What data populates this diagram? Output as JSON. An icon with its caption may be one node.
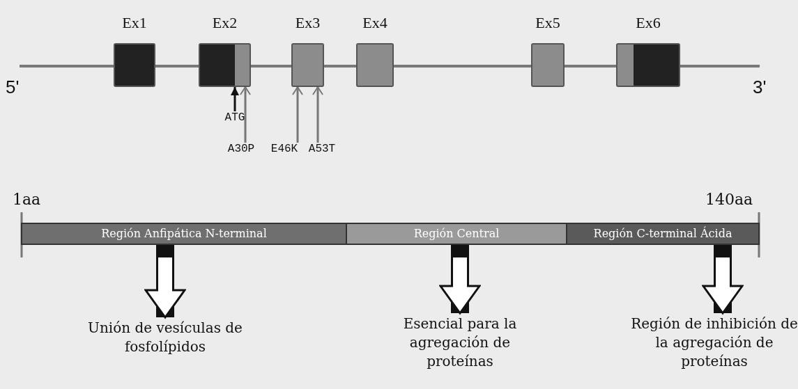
{
  "diagram": {
    "nodes": [
      {
        "text": [
          "Ex1"
        ]
      },
      {
        "text": [
          "Ex2"
        ]
      },
      {
        "text": [
          "Ex3"
        ]
      },
      {
        "text": [
          "Ex4"
        ]
      },
      {
        "text": [
          "Ex5"
        ]
      },
      {
        "text": [
          "Ex6"
        ]
      },
      {
        "text": [
          "ATG"
        ]
      },
      {
        "text": [
          "A30P"
        ]
      },
      {
        "text": [
          "E46K"
        ]
      },
      {
        "text": [
          "A53T"
        ]
      },
      {
        "text": [
          "Región  Anfipática N-terminal"
        ]
      },
      {
        "text": [
          "Región Central"
        ]
      },
      {
        "text": [
          "Región C-terminal Ácida"
        ]
      },
      {
        "text": [
          "Unión de vesículas de fosfolípidos"
        ]
      },
      {
        "text": [
          "Esencial para la agregación de proteínas"
        ]
      },
      {
        "text": [
          "Región de inhibición de la agregación de proteínas"
        ]
      }
    ],
    "edges": [
      {
        "from": 6,
        "to": 1,
        "arrow": "to"
      },
      {
        "from": 7,
        "to": 1,
        "arrow": "to",
        "color": "#777777"
      },
      {
        "from": 8,
        "to": 2,
        "arrow": "to",
        "color": "#777777"
      },
      {
        "from": 9,
        "to": 2,
        "arrow": "to",
        "color": "#777777"
      },
      {
        "from": 10,
        "to": 13,
        "arrow": "to",
        "style": "thick"
      },
      {
        "from": 11,
        "to": 14,
        "arrow": "to",
        "style": "thick"
      },
      {
        "from": 12,
        "to": 15,
        "arrow": "to",
        "style": "thick"
      }
    ],
    "labels": [
      "5'",
      "3'",
      "1aa",
      "140aa"
    ]
  }
}
